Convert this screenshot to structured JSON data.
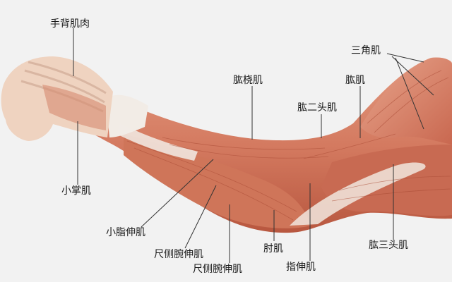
{
  "diagram": {
    "labels": {
      "hand_dorsal_muscles": "手背肌肉",
      "deltoid": "三角肌",
      "brachioradialis": "肱桡肌",
      "brachialis": "肱肌",
      "biceps_brachii": "肱二头肌",
      "hypothenar": "小掌肌",
      "triceps_brachii": "肱三头肌",
      "extensor_digiti_minimi": "小脂伸肌",
      "extensor_carpi_ulnaris_1": "尺侧腕伸肌",
      "extensor_carpi_ulnaris_2": "尺侧腕伸肌",
      "anconeus": "肘肌",
      "extensor_digitorum": "指伸肌"
    },
    "colors": {
      "background": "#f2f2f2",
      "muscle_base": "#d9826a",
      "muscle_dark": "#b8573f",
      "muscle_light": "#f0b8a2",
      "tendon": "#f2ece6",
      "skin": "#efd3c0",
      "leader_line": "#333333"
    }
  }
}
